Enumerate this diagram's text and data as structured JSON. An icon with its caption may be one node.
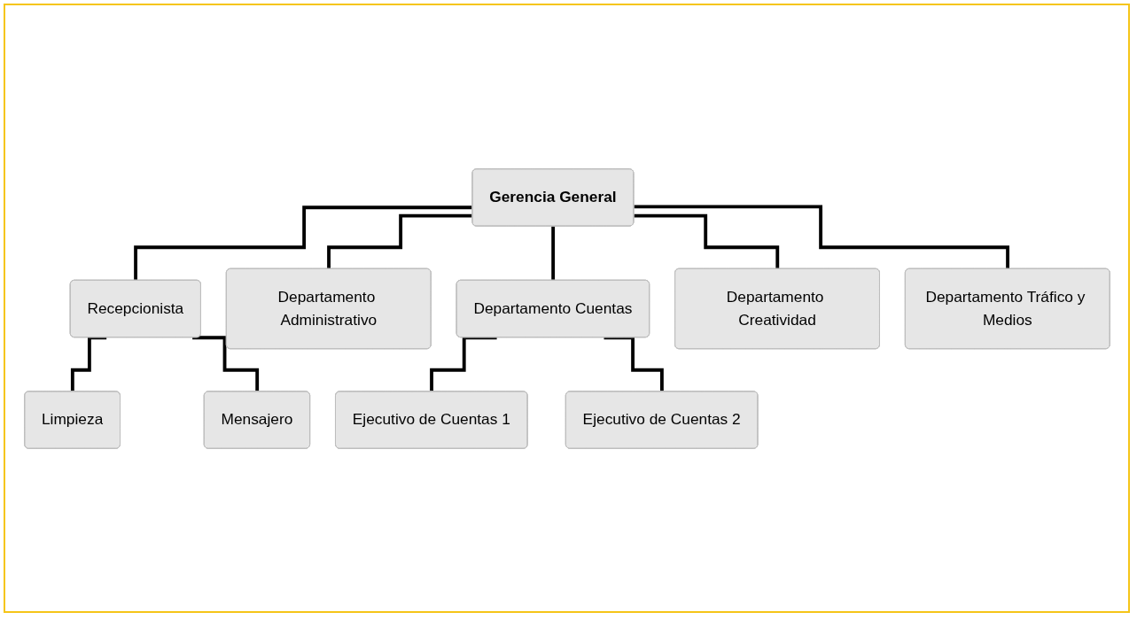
{
  "diagram": {
    "nodes": [
      {
        "text": [
          "Gerencia General"
        ]
      },
      {
        "text": [
          "Recepcionista"
        ]
      },
      {
        "text": [
          "Departamento Administrativo"
        ]
      },
      {
        "text": [
          "Departamento Cuentas"
        ]
      },
      {
        "text": [
          "Departamento Creatividad"
        ]
      },
      {
        "text": [
          "Departamento Tráfico y Medios"
        ]
      },
      {
        "text": [
          "Limpieza"
        ]
      },
      {
        "text": [
          "Mensajero"
        ]
      },
      {
        "text": [
          "Ejecutivo de Cuentas 1"
        ]
      },
      {
        "text": [
          "Ejecutivo de Cuentas 2"
        ]
      }
    ],
    "edges": [
      {
        "from": 0,
        "to": 1,
        "arrow": "none"
      },
      {
        "from": 0,
        "to": 2,
        "arrow": "none"
      },
      {
        "from": 0,
        "to": 3,
        "arrow": "none"
      },
      {
        "from": 0,
        "to": 4,
        "arrow": "none"
      },
      {
        "from": 0,
        "to": 5,
        "arrow": "none"
      },
      {
        "from": 1,
        "to": 6,
        "arrow": "none"
      },
      {
        "from": 1,
        "to": 7,
        "arrow": "none"
      },
      {
        "from": 3,
        "to": 8,
        "arrow": "none"
      },
      {
        "from": 3,
        "to": 9,
        "arrow": "none"
      }
    ]
  }
}
